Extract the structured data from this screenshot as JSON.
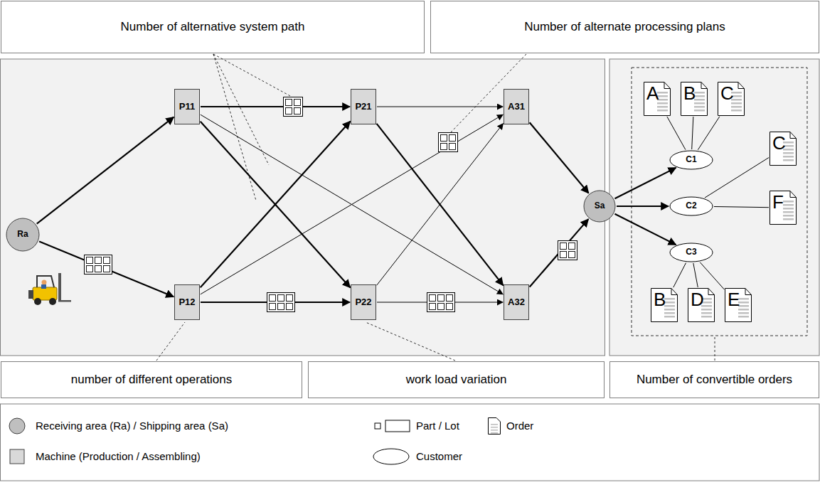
{
  "diagram": {
    "nodes": [
      {
        "text": [
          "Number of alternative system path"
        ]
      },
      {
        "text": [
          "Number of alternate processing plans"
        ]
      },
      {
        "text": [
          "Ra"
        ]
      },
      {
        "text": [
          "P11"
        ]
      },
      {
        "text": [
          "P21"
        ]
      },
      {
        "text": [
          "A31"
        ]
      },
      {
        "text": [
          "P12"
        ]
      },
      {
        "text": [
          "P22"
        ]
      },
      {
        "text": [
          "A32"
        ]
      },
      {
        "text": [
          "Sa"
        ]
      },
      {
        "text": [
          "A"
        ]
      },
      {
        "text": [
          "B"
        ]
      },
      {
        "text": [
          "C"
        ]
      },
      {
        "text": [
          "C1"
        ]
      },
      {
        "text": [
          "C"
        ]
      },
      {
        "text": [
          "C2"
        ]
      },
      {
        "text": [
          "F"
        ]
      },
      {
        "text": [
          "C3"
        ]
      },
      {
        "text": [
          "B"
        ]
      },
      {
        "text": [
          "D"
        ]
      },
      {
        "text": [
          "E"
        ]
      },
      {
        "text": [
          "number of different operations"
        ]
      },
      {
        "text": [
          "work load variation"
        ]
      },
      {
        "text": [
          "Number of convertible orders"
        ]
      }
    ],
    "edges": [
      {
        "from": 2,
        "to": 3,
        "arrow": "to"
      },
      {
        "from": 2,
        "to": 6,
        "arrow": "to"
      },
      {
        "from": 3,
        "to": 4,
        "arrow": "to"
      },
      {
        "from": 3,
        "to": 7,
        "arrow": "to"
      },
      {
        "from": 3,
        "to": 8,
        "arrow": "to"
      },
      {
        "from": 6,
        "to": 4,
        "arrow": "to"
      },
      {
        "from": 6,
        "to": 7,
        "arrow": "to"
      },
      {
        "from": 6,
        "to": 5,
        "arrow": "to"
      },
      {
        "from": 4,
        "to": 5,
        "arrow": "to"
      },
      {
        "from": 4,
        "to": 8,
        "arrow": "to"
      },
      {
        "from": 7,
        "to": 5,
        "arrow": "to"
      },
      {
        "from": 7,
        "to": 8,
        "arrow": "to"
      },
      {
        "from": 5,
        "to": 9,
        "arrow": "to"
      },
      {
        "from": 8,
        "to": 9,
        "arrow": "to"
      },
      {
        "from": 9,
        "to": 13,
        "arrow": "to"
      },
      {
        "from": 9,
        "to": 15,
        "arrow": "to"
      },
      {
        "from": 9,
        "to": 17,
        "arrow": "to"
      },
      {
        "from": 10,
        "to": 13,
        "arrow": "none"
      },
      {
        "from": 11,
        "to": 13,
        "arrow": "none"
      },
      {
        "from": 12,
        "to": 13,
        "arrow": "none"
      },
      {
        "from": 14,
        "to": 15,
        "arrow": "none"
      },
      {
        "from": 16,
        "to": 15,
        "arrow": "none"
      },
      {
        "from": 18,
        "to": 17,
        "arrow": "none"
      },
      {
        "from": 19,
        "to": 17,
        "arrow": "none"
      },
      {
        "from": 20,
        "to": 17,
        "arrow": "none"
      }
    ],
    "legend": [
      {
        "text": "Receiving area (Ra) / Shipping area (Sa)"
      },
      {
        "text": "Machine (Production / Assembling)"
      },
      {
        "text": "Part / Lot"
      },
      {
        "text": "Order"
      },
      {
        "text": "Customer"
      }
    ]
  }
}
